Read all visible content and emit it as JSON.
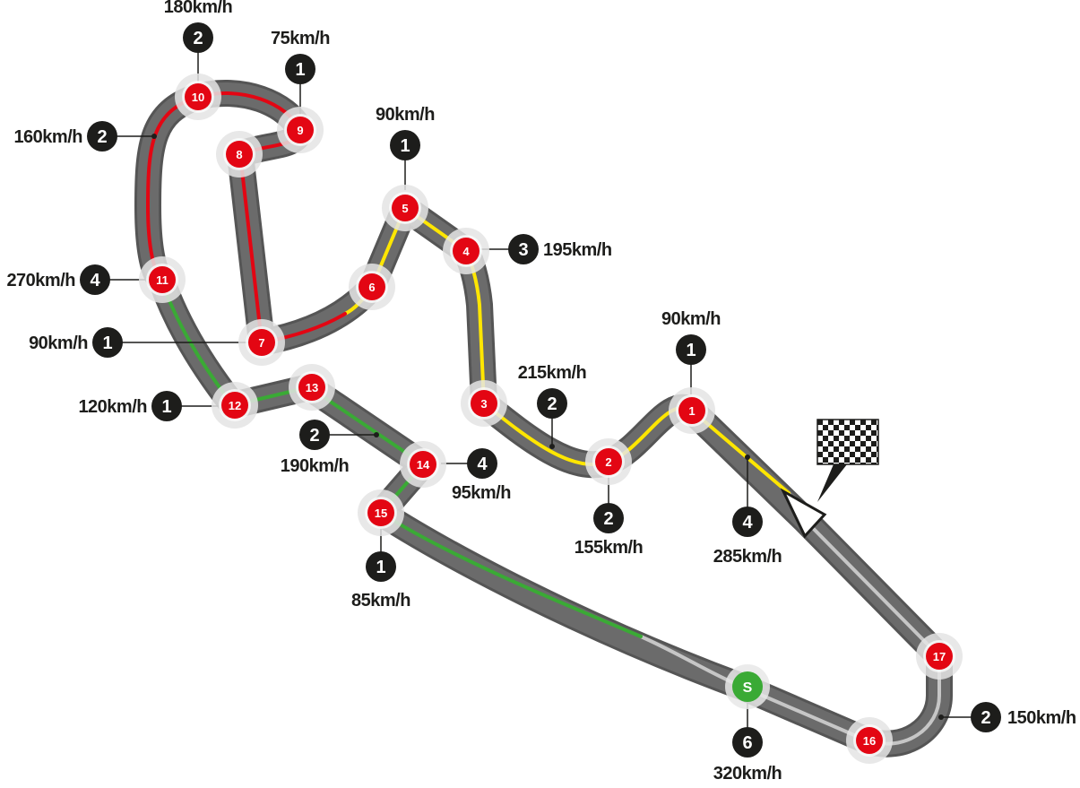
{
  "colors": {
    "track": "#666666",
    "track_edge": "#4a4a4a",
    "sector_red": "#e30613",
    "sector_yellow": "#ffe600",
    "sector_green": "#3aaa35",
    "straight_grey": "#c6c6c6",
    "gear_badge": "#1d1d1b",
    "turn_marker": "#e30613",
    "start_marker": "#3aaa35",
    "halo": "#e0e0e0"
  },
  "start_marker": {
    "label": "S"
  },
  "turns": [
    {
      "id": "1"
    },
    {
      "id": "2"
    },
    {
      "id": "3"
    },
    {
      "id": "4"
    },
    {
      "id": "5"
    },
    {
      "id": "6"
    },
    {
      "id": "7"
    },
    {
      "id": "8"
    },
    {
      "id": "9"
    },
    {
      "id": "10"
    },
    {
      "id": "11"
    },
    {
      "id": "12"
    },
    {
      "id": "13"
    },
    {
      "id": "14"
    },
    {
      "id": "15"
    },
    {
      "id": "16"
    },
    {
      "id": "17"
    }
  ],
  "speed_callouts": [
    {
      "gear": "2",
      "speed": "180km/h"
    },
    {
      "gear": "1",
      "speed": "75km/h"
    },
    {
      "gear": "2",
      "speed": "160km/h"
    },
    {
      "gear": "1",
      "speed": "90km/h"
    },
    {
      "gear": "3",
      "speed": "195km/h"
    },
    {
      "gear": "4",
      "speed": "270km/h"
    },
    {
      "gear": "1",
      "speed": "90km/h"
    },
    {
      "gear": "1",
      "speed": "90km/h"
    },
    {
      "gear": "2",
      "speed": "215km/h"
    },
    {
      "gear": "1",
      "speed": "120km/h"
    },
    {
      "gear": "2",
      "speed": "190km/h"
    },
    {
      "gear": "4",
      "speed": "95km/h"
    },
    {
      "gear": "2",
      "speed": "155km/h"
    },
    {
      "gear": "4",
      "speed": "285km/h"
    },
    {
      "gear": "1",
      "speed": "85km/h"
    },
    {
      "gear": "6",
      "speed": "320km/h"
    },
    {
      "gear": "2",
      "speed": "150km/h"
    }
  ]
}
